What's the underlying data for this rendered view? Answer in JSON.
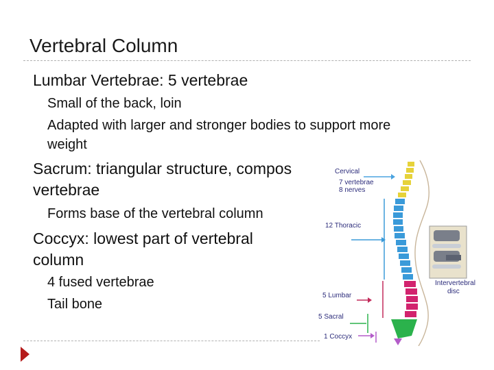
{
  "slide": {
    "title": "Vertebral Column",
    "bullets": [
      {
        "text": "Lumbar Vertebrae: 5 vertebrae",
        "sub": [
          "Small of the back, loin",
          "Adapted with larger and stronger bodies to support more",
          "weight"
        ]
      },
      {
        "text_line1": "Sacrum: triangular structure, compos",
        "text_line2": "vertebrae",
        "sub": [
          "Forms base of the vertebral column"
        ]
      },
      {
        "text_line1": "Coccyx: lowest part of vertebral",
        "text_line2": "column",
        "sub": [
          "4 fused vertebrae",
          "Tail bone"
        ]
      }
    ],
    "bullet_glyph": "",
    "bullet_icon": "square-bullet-icon"
  },
  "figure": {
    "labels": {
      "cervical": "Cervical",
      "cervical_sub1": "7 vertebrae",
      "cervical_sub2": "8 nerves",
      "thoracic": "12 Thoracic",
      "lumbar": "5 Lumbar",
      "sacral": "5 Sacral",
      "coccyx": "1 Coccyx",
      "disc1": "Intervertebral",
      "disc2": "disc"
    },
    "colors": {
      "cervical": "#e6d23a",
      "thoracic": "#3a9ad9",
      "lumbar": "#d2236e",
      "sacral": "#2bb24c",
      "coccyx": "#b35cc9",
      "arrow_cervical": "#4aa3e0",
      "arrow_thoracic": "#3a9ad9",
      "arrow_lumbar": "#c22a5a",
      "arrow_sacral": "#2bb24c",
      "arrow_coccyx": "#b35cc9"
    }
  },
  "nav": {
    "icon": "triangle-right-icon",
    "color": "#b51c1c"
  }
}
